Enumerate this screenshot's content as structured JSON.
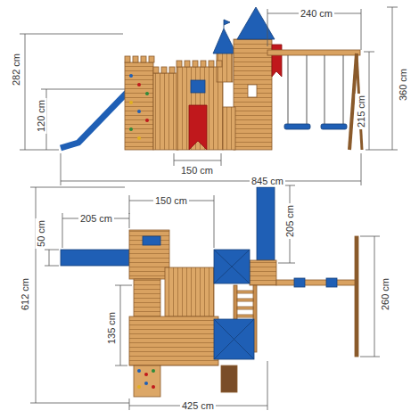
{
  "diagram": {
    "labels": [
      "240 cm",
      "282 cm",
      "120 cm",
      "360 cm",
      "215 cm",
      "150 cm",
      "845 cm",
      "150 cm",
      "205 cm",
      "50 cm",
      "205 cm",
      "612 cm",
      "260 cm",
      "135 cm",
      "425 cm"
    ]
  }
}
